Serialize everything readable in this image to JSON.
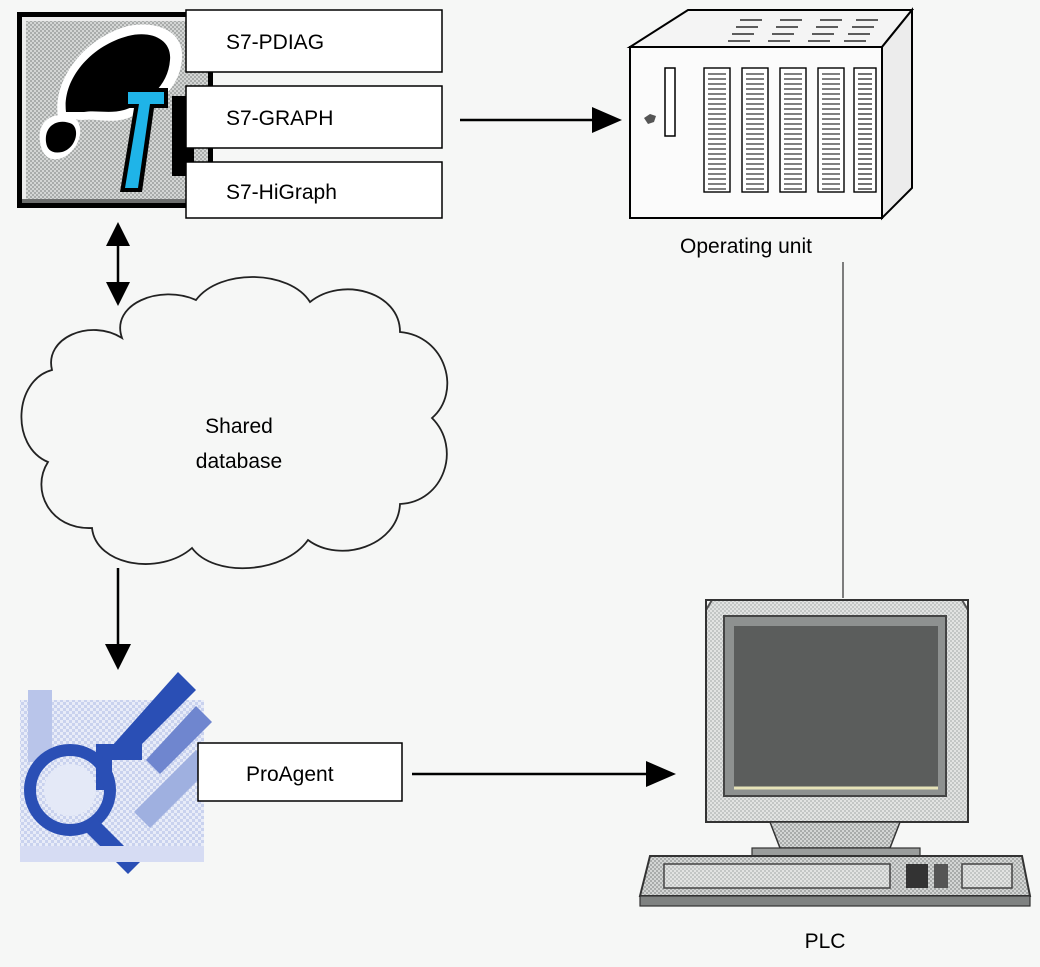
{
  "step7_tools": {
    "items": [
      "S7-PDIAG",
      "S7-GRAPH",
      "S7-HiGraph"
    ]
  },
  "nodes": {
    "shared_database": {
      "line1": "Shared",
      "line2": "database"
    },
    "operating_unit": "Operating unit",
    "proagent": "ProAgent",
    "plc": "PLC"
  },
  "icons": {
    "step7": "step7-logo-icon",
    "proagent": "proagent-magnifier-icon",
    "operating_unit": "plc-rack-icon",
    "plc": "computer-monitor-icon"
  },
  "colors": {
    "background": "#f6f7f6",
    "step7_accent": "#1fb4e8",
    "proagent_blue": "#2a4fb5"
  }
}
